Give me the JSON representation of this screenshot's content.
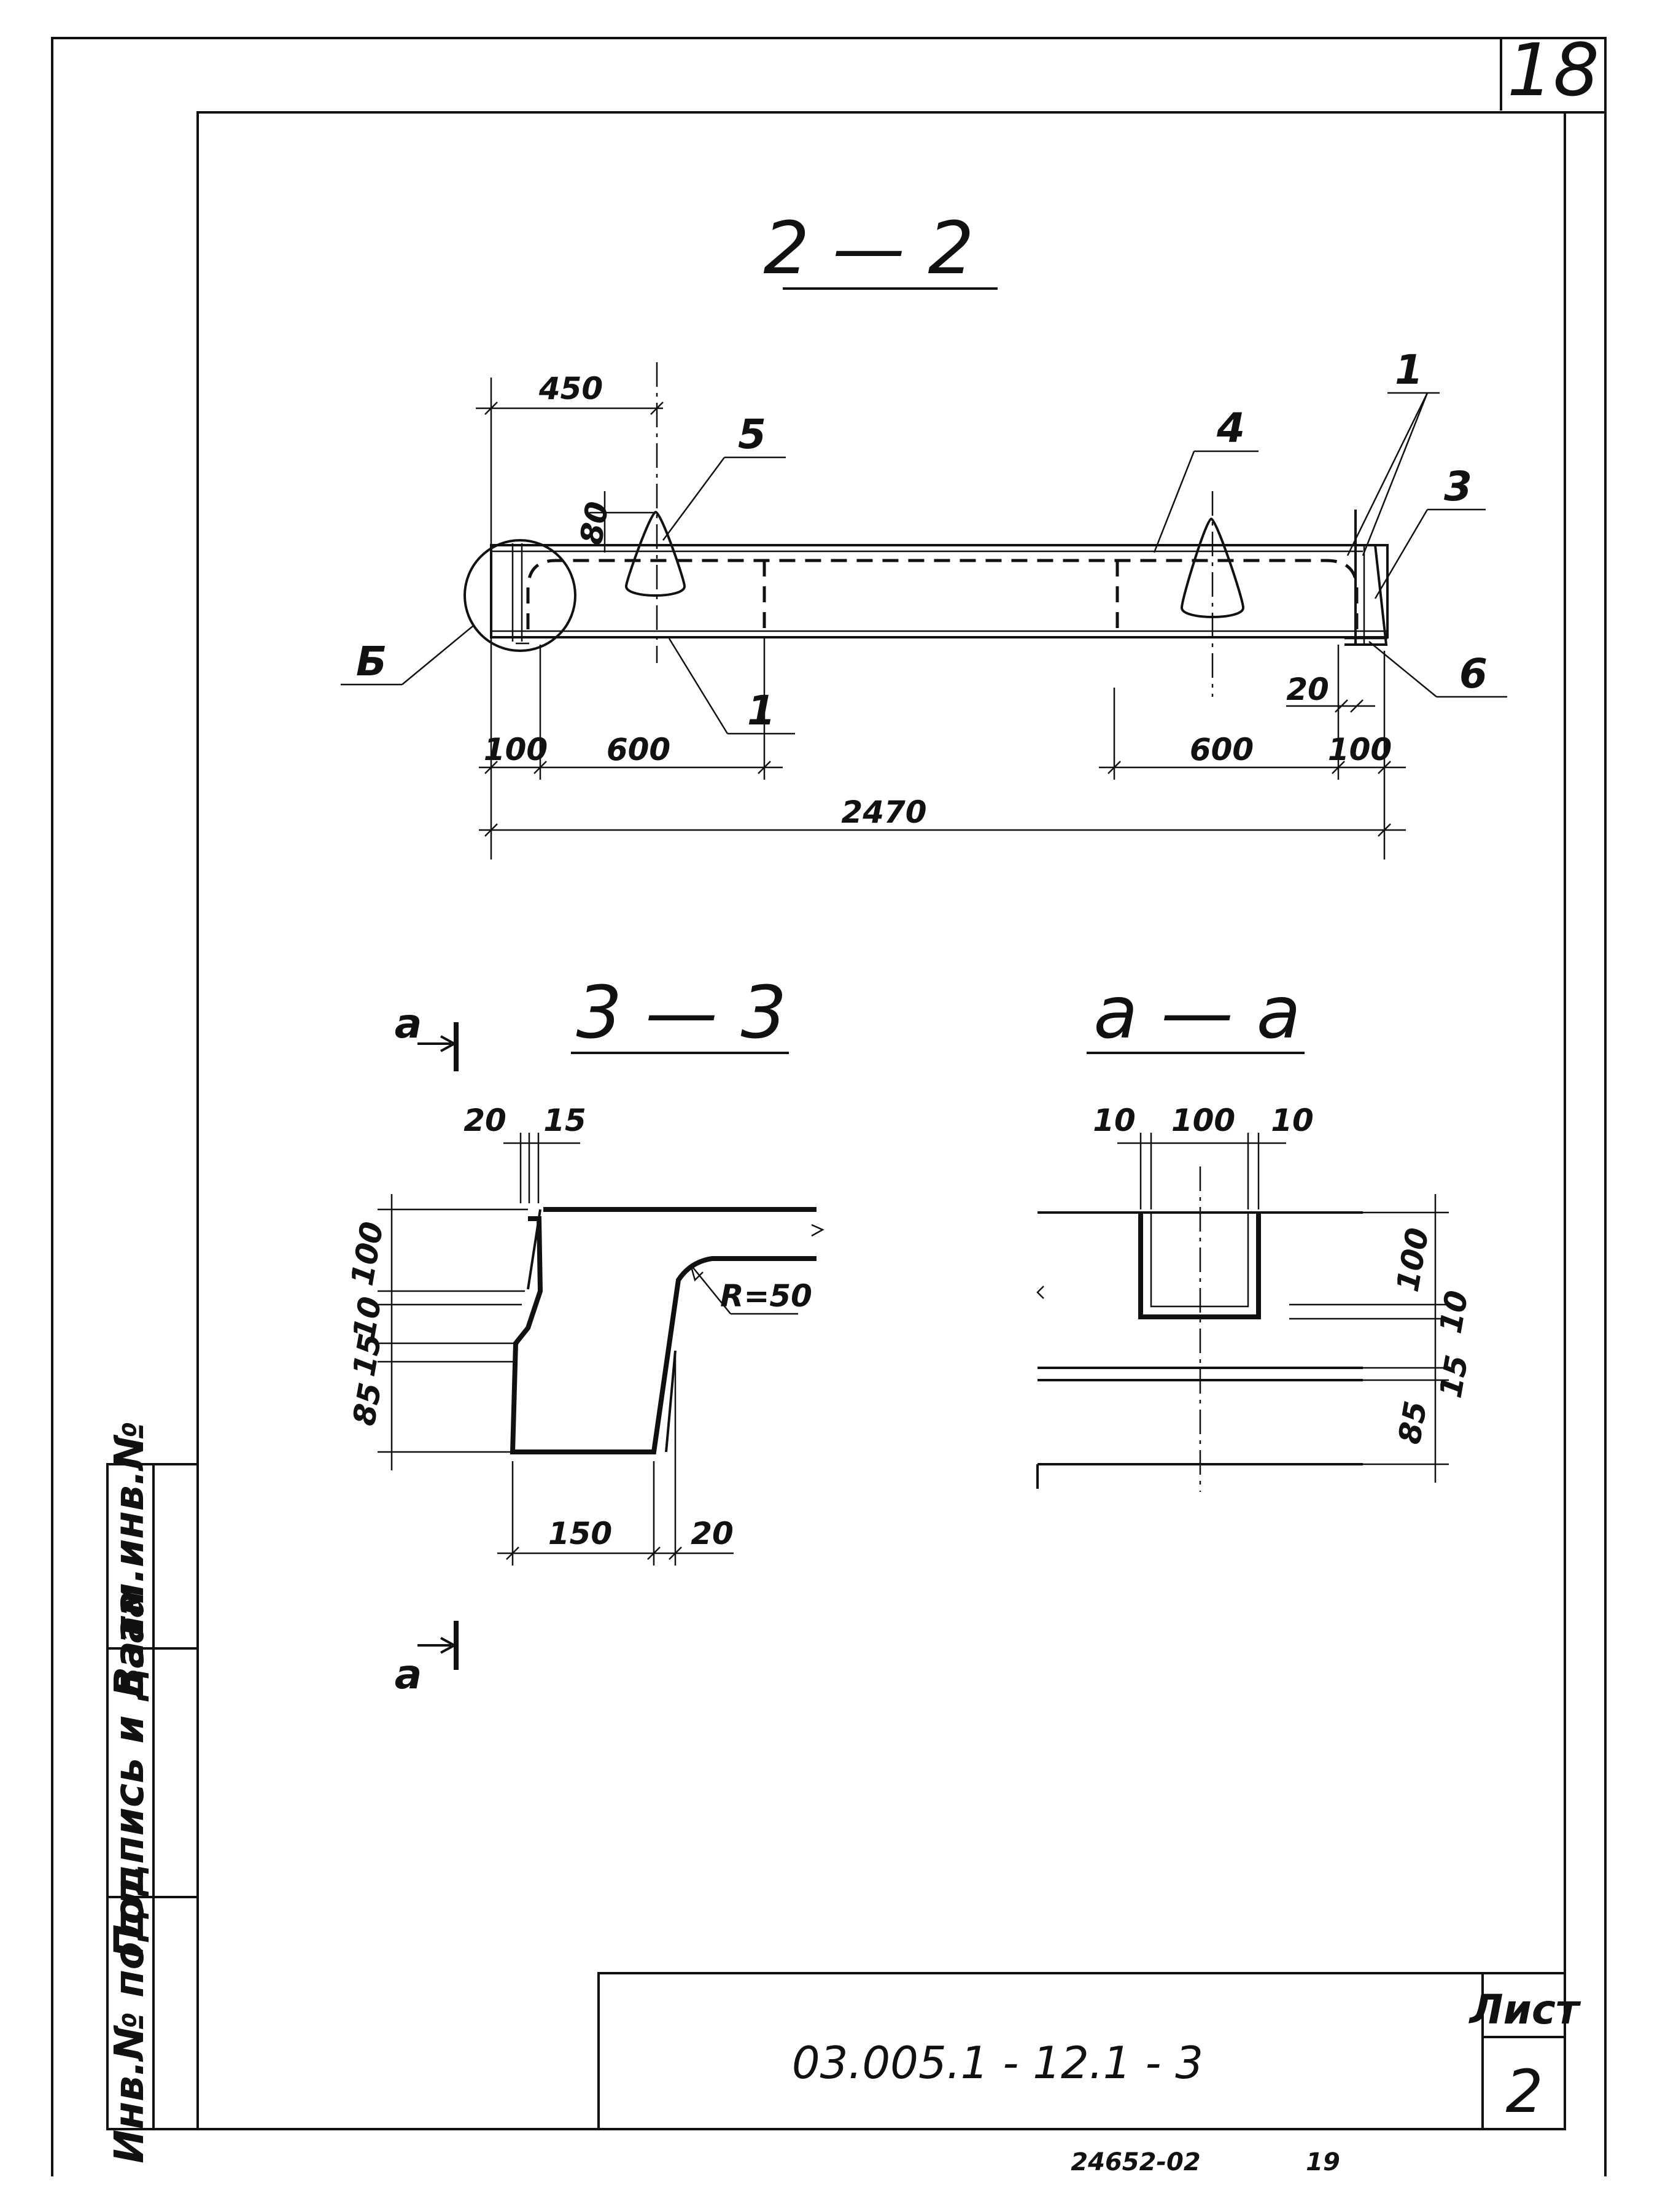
{
  "sheet": {
    "page_number": "18",
    "doc_code": "03.005.1 - 12.1 - 3",
    "sheet_label": "Лист",
    "sheet_number": "2",
    "bottom_number": "24652-02",
    "bottom_page": "19"
  },
  "stamp": {
    "inv_podl": "Инв.№ подл.",
    "podpis_data": "Подпись и дата",
    "vzam_inv": "Взам.инв.№"
  },
  "section_22": {
    "title": "2 — 2",
    "dims": {
      "d450": "450",
      "d80": "80",
      "d100_left": "100",
      "d600_left": "600",
      "d600_right": "600",
      "d20": "20",
      "d100_right": "100",
      "d2470": "2470"
    },
    "leaders": {
      "l1_top": "1",
      "l3": "3",
      "l4": "4",
      "l5": "5",
      "l1_bottom": "1",
      "l6": "6",
      "lB": "Б"
    }
  },
  "section_33": {
    "title": "3 — 3",
    "cut_mark": "а",
    "dims": {
      "d20": "20",
      "d15": "15",
      "d100": "100",
      "d10": "10",
      "d15v": "15",
      "d85": "85",
      "r50": "R=50",
      "d150": "150",
      "d20b": "20"
    }
  },
  "section_aa": {
    "title": "а — а",
    "dims": {
      "d10_left": "10",
      "d100": "100",
      "d10_right": "10",
      "v100": "100",
      "v10": "10",
      "v15": "15",
      "v85": "85"
    }
  }
}
